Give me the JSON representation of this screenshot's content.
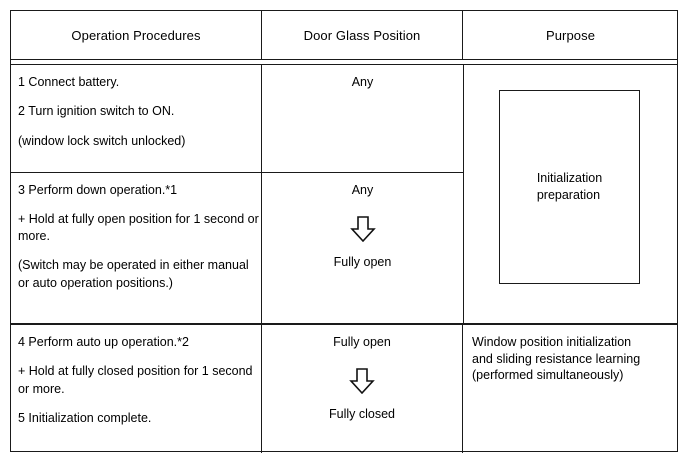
{
  "table": {
    "headers": [
      {
        "label": "Operation Procedures"
      },
      {
        "label": "Door Glass Position"
      },
      {
        "label": "Purpose"
      }
    ],
    "rows": [
      {
        "procedures": [
          "1 Connect battery.",
          "2 Turn ignition switch to ON.",
          "(window lock switch unlocked)"
        ],
        "door_glass": {
          "from": "Any",
          "arrow": false,
          "to": ""
        }
      },
      {
        "procedures": [
          "3 Perform down operation.*1",
          "+ Hold at  fully open position for 1 second or more.",
          "(Switch may be operated in either manual or auto operation positions.)"
        ],
        "door_glass": {
          "from": "Any",
          "arrow": true,
          "arrow_icon": "down-block-arrow",
          "to": "Fully open"
        }
      },
      {
        "procedures": [
          "4 Perform auto up operation.*2",
          "+ Hold at  fully closed position for 1 second or more.",
          "5 Initialization complete."
        ],
        "door_glass": {
          "from": "Fully open",
          "arrow": true,
          "arrow_icon": "down-block-arrow",
          "to": "Fully closed"
        }
      }
    ],
    "purpose": {
      "merged_top": {
        "box_lines": [
          "Initialization",
          "preparation"
        ]
      },
      "bottom": {
        "lines": [
          "Window position initialization",
          "and sliding resistance learning",
          "(performed simultaneously)"
        ]
      }
    }
  },
  "colors": {
    "border": "#1a1a1a",
    "background": "#ffffff",
    "text": "#000000"
  }
}
